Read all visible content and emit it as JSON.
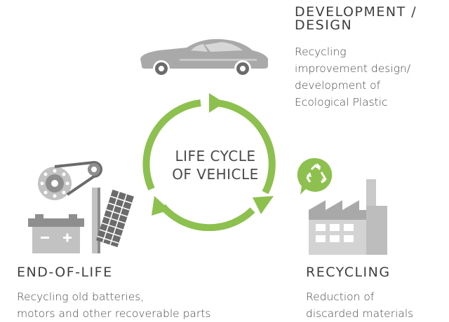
{
  "center": {
    "line1": "LIFE CYCLE",
    "line2": "OF VEHICLE"
  },
  "stages": {
    "development": {
      "title_line1": "DEVELOPMENT /",
      "title_line2": "DESIGN",
      "desc_lines": [
        "Recycling",
        "improvement design/",
        "development of",
        "Ecological Plastic"
      ]
    },
    "recycling": {
      "title": "RECYCLING",
      "desc_lines": [
        "Reduction of",
        "discarded materials"
      ]
    },
    "end_of_life": {
      "title": "END-OF-LIFE",
      "desc_lines": [
        "Recycling old batteries,",
        "motors and other recoverable parts"
      ]
    }
  },
  "icons": {
    "car": "car-icon",
    "factory": "factory-icon",
    "recycle": "recycle-badge-icon",
    "parts": "engine-battery-parts-icon",
    "cycle": "cycle-arrows-icon"
  },
  "colors": {
    "accent_green": "#8dc04e",
    "icon_gray": "#a9a9a9",
    "text": "#4a4a4a"
  }
}
